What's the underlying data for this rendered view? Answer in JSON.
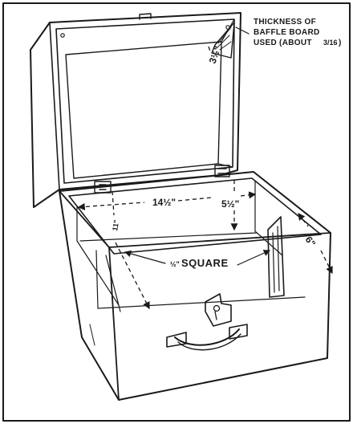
{
  "labels": {
    "baffle_note_line1": "THICKNESS OF",
    "baffle_note_line2": "BAFFLE BOARD",
    "baffle_note_line3": "USED (ABOUT",
    "baffle_note_fraction": "3/16",
    "baffle_note_close": ")",
    "lid_dimension": "3½\"",
    "width_dimension": "14½\"",
    "height_dimension": "5½\"",
    "depth_dimension": "6\"",
    "inner_dimension": "11\"",
    "square_fraction": "½\"",
    "square_label": "SQUARE"
  }
}
